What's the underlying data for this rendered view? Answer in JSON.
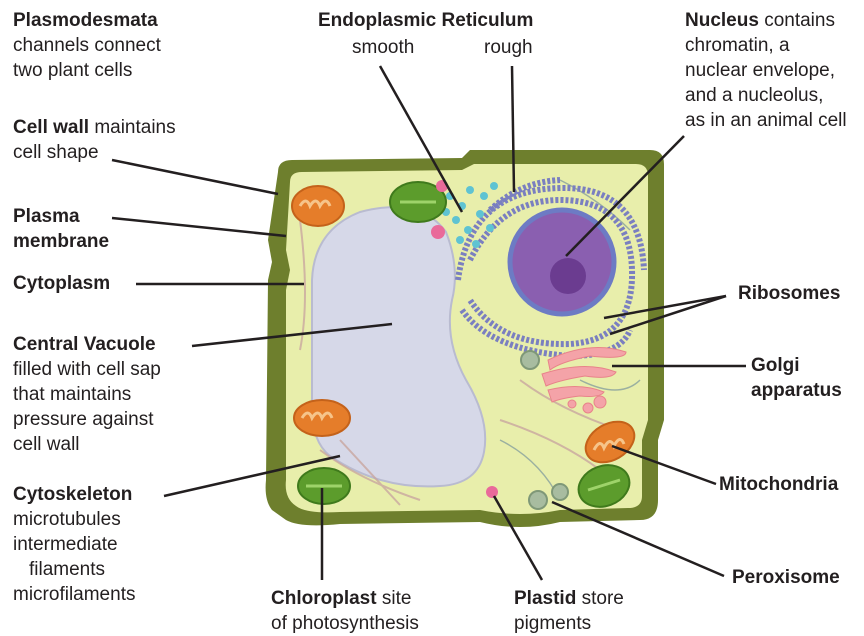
{
  "labels": {
    "plasmodesmata": {
      "title": "Plasmodesmata",
      "line1": "channels connect",
      "line2": "two plant cells"
    },
    "cell_wall": {
      "title": "Cell wall",
      "desc": "maintains",
      "line2": "cell shape"
    },
    "plasma_membrane": {
      "line1": "Plasma",
      "line2": "membrane"
    },
    "cytoplasm": {
      "title": "Cytoplasm"
    },
    "central_vacuole": {
      "title": "Central Vacuole",
      "line1": "filled with cell sap",
      "line2": "that maintains",
      "line3": "pressure against",
      "line4": "cell wall"
    },
    "cytoskeleton": {
      "title": "Cytoskeleton",
      "line1": "microtubules",
      "line2": "intermediate",
      "line3": "filaments",
      "line4": "microfilaments"
    },
    "chloroplast": {
      "title": "Chloroplast",
      "desc": "site",
      "line2": "of photosynthesis"
    },
    "plastid": {
      "title": "Plastid",
      "desc": "store",
      "line2": "pigments"
    },
    "er": {
      "title": "Endoplasmic Reticulum",
      "smooth": "smooth",
      "rough": "rough"
    },
    "nucleus": {
      "title": "Nucleus",
      "desc": "contains",
      "line1": "chromatin, a",
      "line2": "nuclear envelope,",
      "line3": "and a nucleolus,",
      "line4": "as in an animal cell"
    },
    "ribosomes": {
      "title": "Ribosomes"
    },
    "golgi": {
      "line1": "Golgi",
      "line2": "apparatus"
    },
    "mitochondria": {
      "title": "Mitochondria"
    },
    "peroxisome": {
      "title": "Peroxisome"
    }
  },
  "colors": {
    "cell_wall": "#6b7d2c",
    "cytoplasm": "#e6eca8",
    "vacuole": "#d6d8e8",
    "nucleus": "#8a5fb0",
    "chloroplast": "#5c9c2c",
    "mitochondria": "#e57d2a",
    "golgi": "#f4a3a8",
    "leader_line": "#231f20"
  }
}
